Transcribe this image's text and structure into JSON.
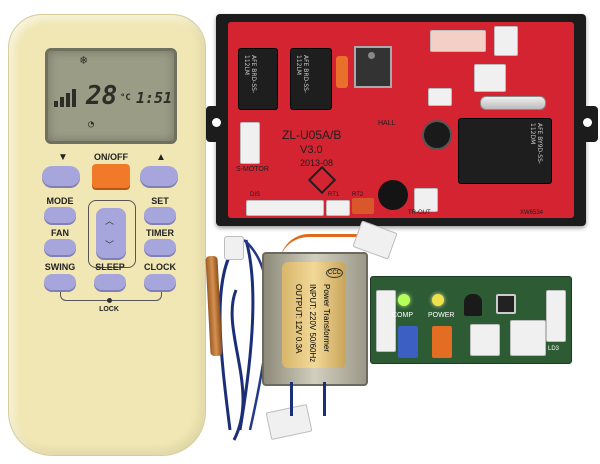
{
  "remote": {
    "lcd_temp": "28",
    "lcd_unit": "°C",
    "lcd_time": "1:51",
    "buttons": {
      "onoff": "ON/OFF",
      "mode": "MODE",
      "set": "SET",
      "fan": "FAN",
      "timer": "TIMER",
      "swing": "SWING",
      "sleep": "SLEEP",
      "clock": "CLOCK",
      "lock": "LOCK"
    },
    "arrow_down": "▼",
    "arrow_up": "▲"
  },
  "board": {
    "model": "ZL-U05A/B",
    "version": "V3.0",
    "date": "2013-08",
    "relay1": "AFE BRD-SS-112LM",
    "relay2": "AFE BRD-SS-112LM",
    "relay3": "AFE BY9D-SS-112DM",
    "labels": {
      "s_motor": "S-MOTOR",
      "tr_out": "TR-OUT",
      "hall": "HALL",
      "rt1": "RT1",
      "rt2": "RT2",
      "dis": "DIS",
      "serial": "XW6534"
    }
  },
  "transformer": {
    "ccc": "CCC",
    "line1": "Power Transformer",
    "line2": "INPUT: 220V 50/60Hz",
    "line3": "OUTPUT: 12V 0.3A"
  },
  "display_board": {
    "comp": "COMP",
    "power": "POWER",
    "code": "LD3"
  }
}
